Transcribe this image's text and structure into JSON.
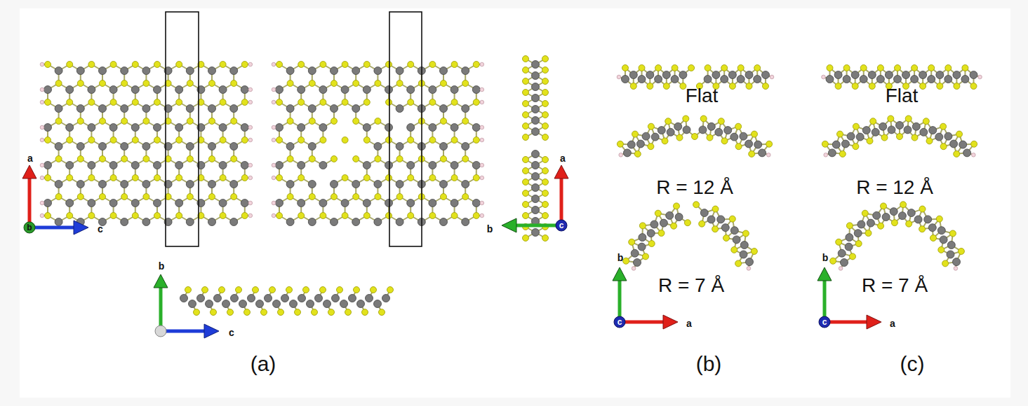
{
  "diagram": {
    "labels": [
      "a",
      "b",
      "c",
      "a",
      "b",
      "c",
      "b",
      "c",
      "(a)",
      "Flat",
      "R = 12 Å",
      "R = 7 Å",
      "b",
      "c",
      "a",
      "(b)",
      "Flat",
      "R = 12 Å",
      "R = 7 Å",
      "b",
      "c",
      "a",
      "(c)"
    ]
  }
}
